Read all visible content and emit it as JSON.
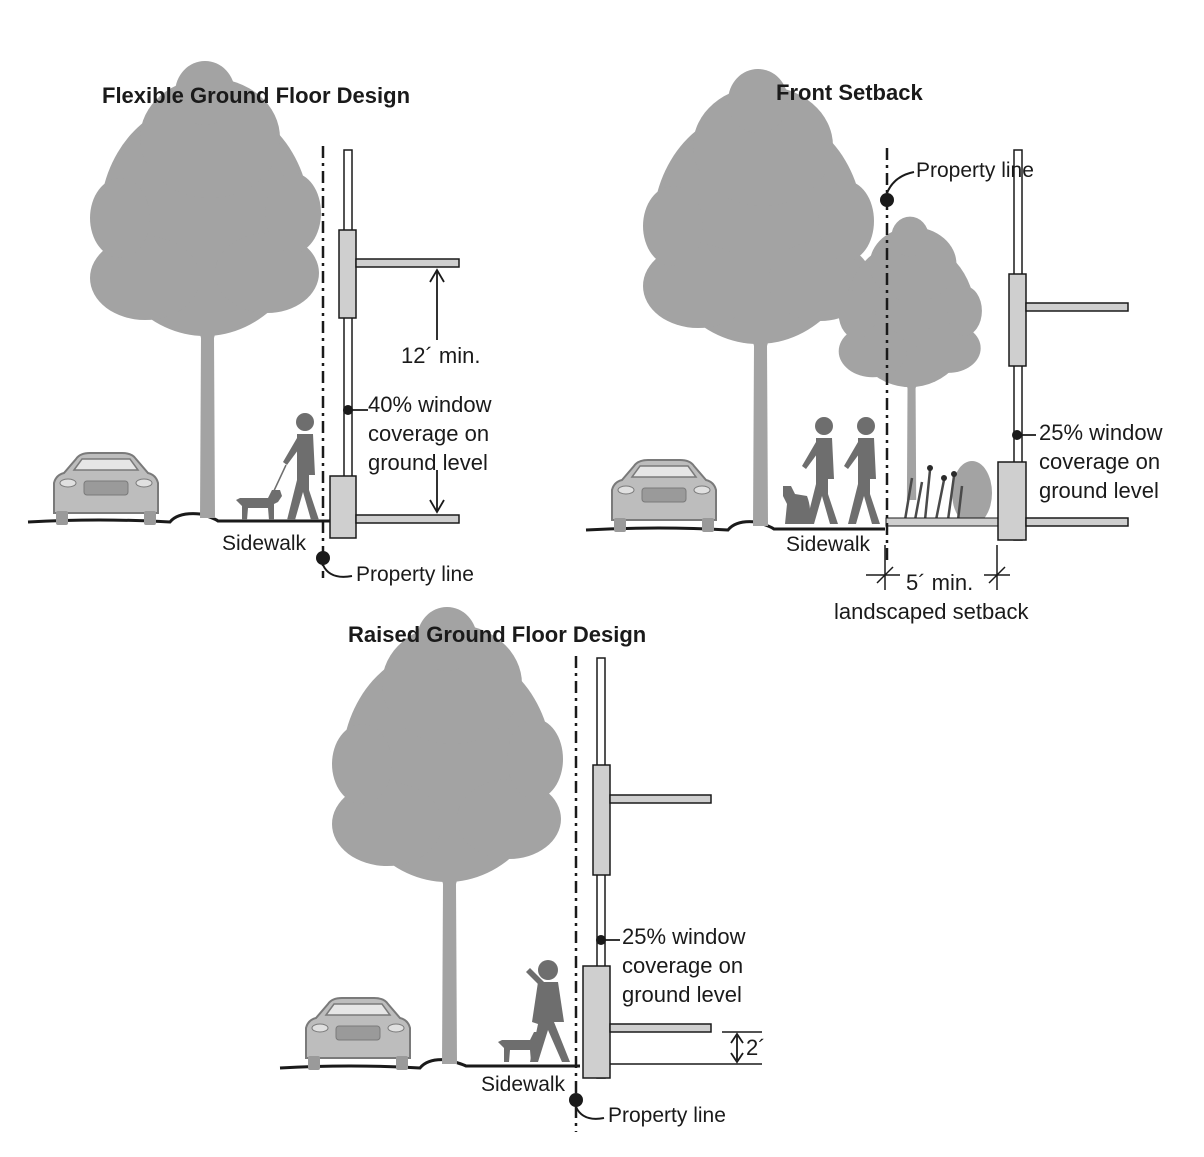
{
  "panels": {
    "flexible": {
      "title": "Flexible Ground Floor Design",
      "height_label": "12´ min.",
      "window_label": [
        "40% window",
        "coverage on",
        "ground level"
      ],
      "sidewalk_label": "Sidewalk",
      "property_line_label": "Property line"
    },
    "setback": {
      "title": "Front Setback",
      "property_line_label": "Property line",
      "window_label": [
        "25% window",
        "coverage on",
        "ground level"
      ],
      "sidewalk_label": "Sidewalk",
      "setback_label": [
        "5´ min.",
        "landscaped setback"
      ]
    },
    "raised": {
      "title": "Raised Ground Floor Design",
      "window_label": [
        "25% window",
        "coverage on",
        "ground level"
      ],
      "raise_label": "2´",
      "sidewalk_label": "Sidewalk",
      "property_line_label": "Property line"
    }
  },
  "colors": {
    "tree": "#a3a3a3",
    "car": "#bdbdbd",
    "person": "#6e6e6e",
    "building": "#cfcfcf",
    "line": "#1a1a1a"
  }
}
